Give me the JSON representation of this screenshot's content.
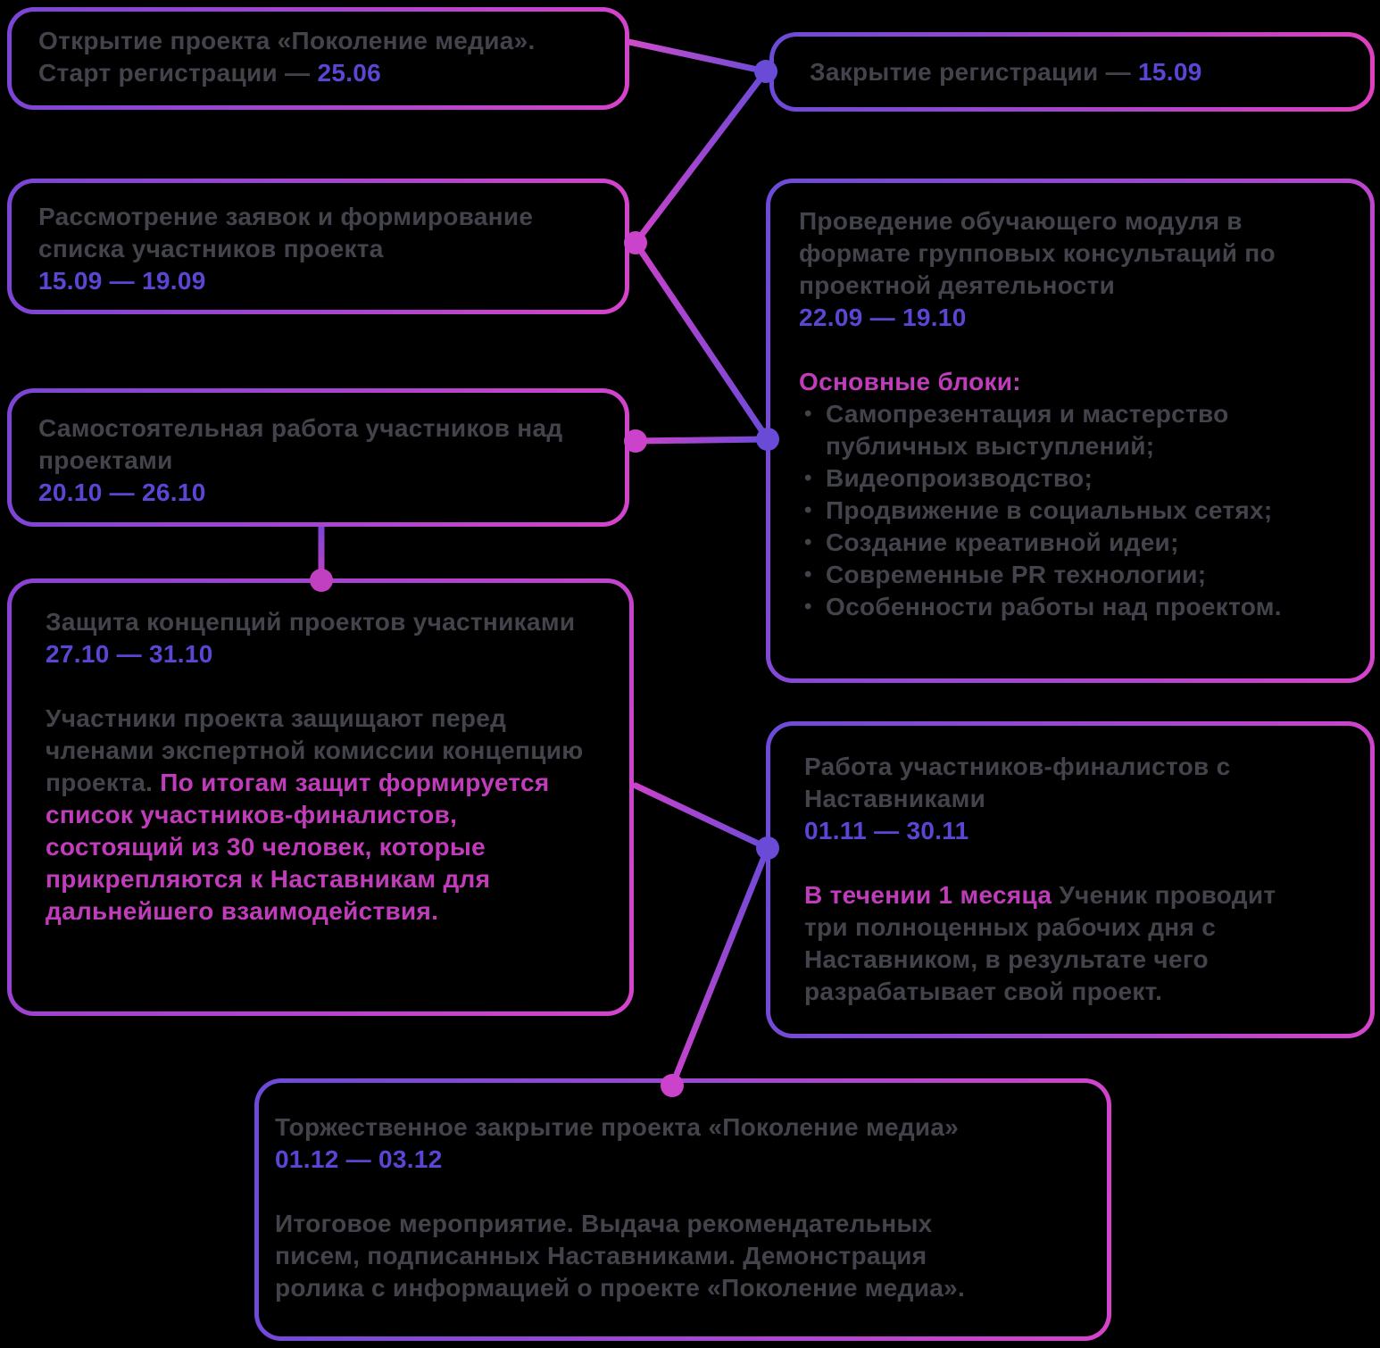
{
  "colors": {
    "background": "#000000",
    "box_fill": "#000000",
    "gradient_purple": "#6b4bd8",
    "gradient_pink": "#d643cb",
    "text_gray": "#43434c",
    "date_purple": "#5a46d4",
    "highlight_magenta": "#c03cba"
  },
  "nodes": {
    "opening": {
      "line1": "Открытие проекта «Поколение медиа».",
      "line2_prefix": "Старт регистрации — ",
      "date": "25.06"
    },
    "closing": {
      "prefix": "Закрытие регистрации — ",
      "date": "15.09"
    },
    "review": {
      "title": "Рассмотрение заявок и формирование списка участников проекта",
      "dates": "15.09 — 19.09"
    },
    "training": {
      "title": "Проведение обучающего модуля в формате групповых консультаций по проектной деятельности",
      "dates": "22.09 — 19.10",
      "blocks_label": "Основные блоки:",
      "bullets": [
        "Самопрезентация и мастерство публичных выступлений;",
        "Видеопроизводство;",
        "Продвижение в социальных сетях;",
        "Создание креативной идеи;",
        "Современные PR технологии;",
        "Особенности работы над проектом."
      ]
    },
    "selfwork": {
      "title": "Самостоятельная работа участников над проектами",
      "dates": "20.10 — 26.10"
    },
    "defense": {
      "title": "Защита концепций проектов участниками",
      "dates": "27.10 — 31.10",
      "body_normal": "Участники проекта защищают перед членами экспертной комиссии концепцию проекта. ",
      "body_highlight": "По итогам защит формируется список участников-финалистов, состоящий из 30 человек, которые прикрепляются к Наставникам для дальнейшего взаимодействия."
    },
    "mentors": {
      "title": "Работа участников-финалистов с Наставниками",
      "dates": "01.11 — 30.11",
      "body_highlight": "В течении 1 месяца",
      "body_normal": " Ученик проводит три полноценных рабочих дня с Наставником, в результате чего разрабатывает свой проект."
    },
    "finale": {
      "title": "Торжественное закрытие проекта «Поколение медиа»",
      "dates": "01.12 — 03.12",
      "body": "Итоговое мероприятие. Выдача рекомендательных писем, подписанных Наставниками. Демонстрация ролика с информацией о проекте «Поколение медиа»."
    }
  }
}
